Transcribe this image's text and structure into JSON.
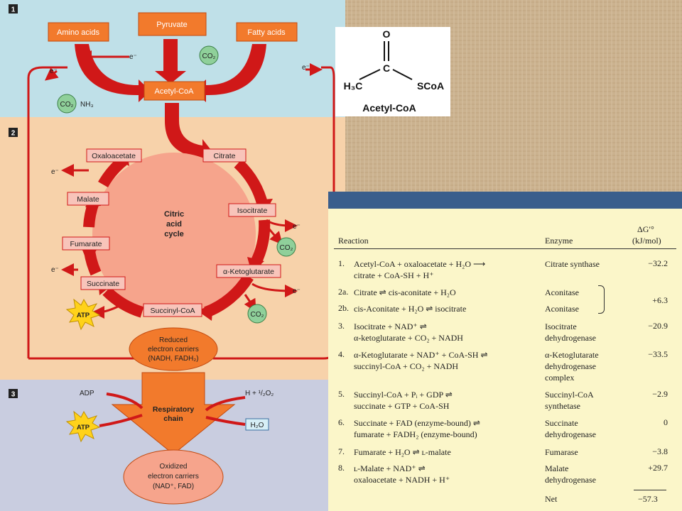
{
  "diagram": {
    "section_numbers": [
      "1",
      "2",
      "3"
    ],
    "nodes": {
      "amino_acids": "Amino acids",
      "pyruvate": "Pyruvate",
      "fatty_acids": "Fatty acids",
      "acetyl_coa": "Acetyl-CoA",
      "citrate": "Citrate",
      "isocitrate": "Isocitrate",
      "alpha_ketoglutarate": "α-Ketoglutarate",
      "succinyl_coa": "Succinyl-CoA",
      "succinate": "Succinate",
      "fumarate": "Fumarate",
      "malate": "Malate",
      "oxaloacetate": "Oxaloacetate",
      "cycle_name": [
        "Citric",
        "acid",
        "cycle"
      ],
      "reduced_carriers": [
        "Reduced",
        "electron carriers",
        "(NADH, FADH₂)"
      ],
      "respiratory_chain": [
        "Respiratory",
        "chain"
      ],
      "oxidized_carriers": [
        "Oxidized",
        "electron carriers",
        "(NAD⁺, FAD)"
      ],
      "adp": "ADP",
      "h_o2": "H + ¹/₂O₂",
      "h2o": "H₂O",
      "atp": "ATP",
      "co2": "CO₂",
      "nh3": "NH₃",
      "electron": "e⁻"
    },
    "structure": {
      "o_atom": "O",
      "c_atom": "C",
      "h3c": "H₃C",
      "scoa": "SCoA",
      "label": "Acetyl-CoA"
    }
  },
  "table": {
    "headers": {
      "reaction": "Reaction",
      "enzyme": "Enzyme",
      "dg": "ΔG′°",
      "dg_unit": "(kJ/mol)"
    },
    "rows": [
      {
        "num": "1.",
        "reaction": [
          "Acetyl-CoA + oxaloacetate + H₂O ⟶",
          "citrate + CoA-SH + H⁺"
        ],
        "enzyme": [
          "Citrate synthase"
        ],
        "dg": "−32.2"
      },
      {
        "num": "2a.",
        "reaction": [
          "Citrate ⇌ cis-aconitate + H₂O"
        ],
        "enzyme": [
          "Aconitase"
        ],
        "dg": ""
      },
      {
        "num": "2b.",
        "reaction": [
          "cis-Aconitate + H₂O ⇌ isocitrate"
        ],
        "enzyme": [
          "Aconitase"
        ],
        "dg": "+6.3"
      },
      {
        "num": "3.",
        "reaction": [
          "Isocitrate + NAD⁺ ⇌",
          "α-ketoglutarate + CO₂ + NADH"
        ],
        "enzyme": [
          "Isocitrate",
          "dehydrogenase"
        ],
        "dg": "−20.9"
      },
      {
        "num": "4.",
        "reaction": [
          "α-Ketoglutarate + NAD⁺ + CoA-SH ⇌",
          "succinyl-CoA + CO₂ + NADH"
        ],
        "enzyme": [
          "α-Ketoglutarate",
          "dehydrogenase",
          "complex"
        ],
        "dg": "−33.5"
      },
      {
        "num": "5.",
        "reaction": [
          "Succinyl-CoA + Pᵢ + GDP ⇌",
          "succinate + GTP + CoA-SH"
        ],
        "enzyme": [
          "Succinyl-CoA",
          "synthetase"
        ],
        "dg": "−2.9"
      },
      {
        "num": "6.",
        "reaction": [
          "Succinate + FAD (enzyme-bound) ⇌",
          "fumarate + FADH₂ (enzyme-bound)"
        ],
        "enzyme": [
          "Succinate",
          "dehydrogenase"
        ],
        "dg": "0"
      },
      {
        "num": "7.",
        "reaction": [
          "Fumarate + H₂O ⇌ ʟ-malate"
        ],
        "enzyme": [
          "Fumarase"
        ],
        "dg": "−3.8"
      },
      {
        "num": "8.",
        "reaction": [
          "ʟ-Malate + NAD⁺ ⇌",
          "oxaloacetate + NADH + H⁺"
        ],
        "enzyme": [
          "Malate",
          "dehydrogenase"
        ],
        "dg": "+29.7"
      }
    ],
    "net_label": "Net",
    "net_value": "−57.3"
  },
  "colors": {
    "panel1": "#bfe0e8",
    "panel2": "#f7d2aa",
    "panel3": "#c9cde0",
    "arrow_red": "#d01818",
    "node_orange": "#f27a2c",
    "co2_green": "#8fd09a",
    "atp_yellow": "#ffd21a",
    "blue_bar": "#3a5e8c",
    "table_bg": "#fbf6c9",
    "background_tan": "#c9b08c"
  }
}
